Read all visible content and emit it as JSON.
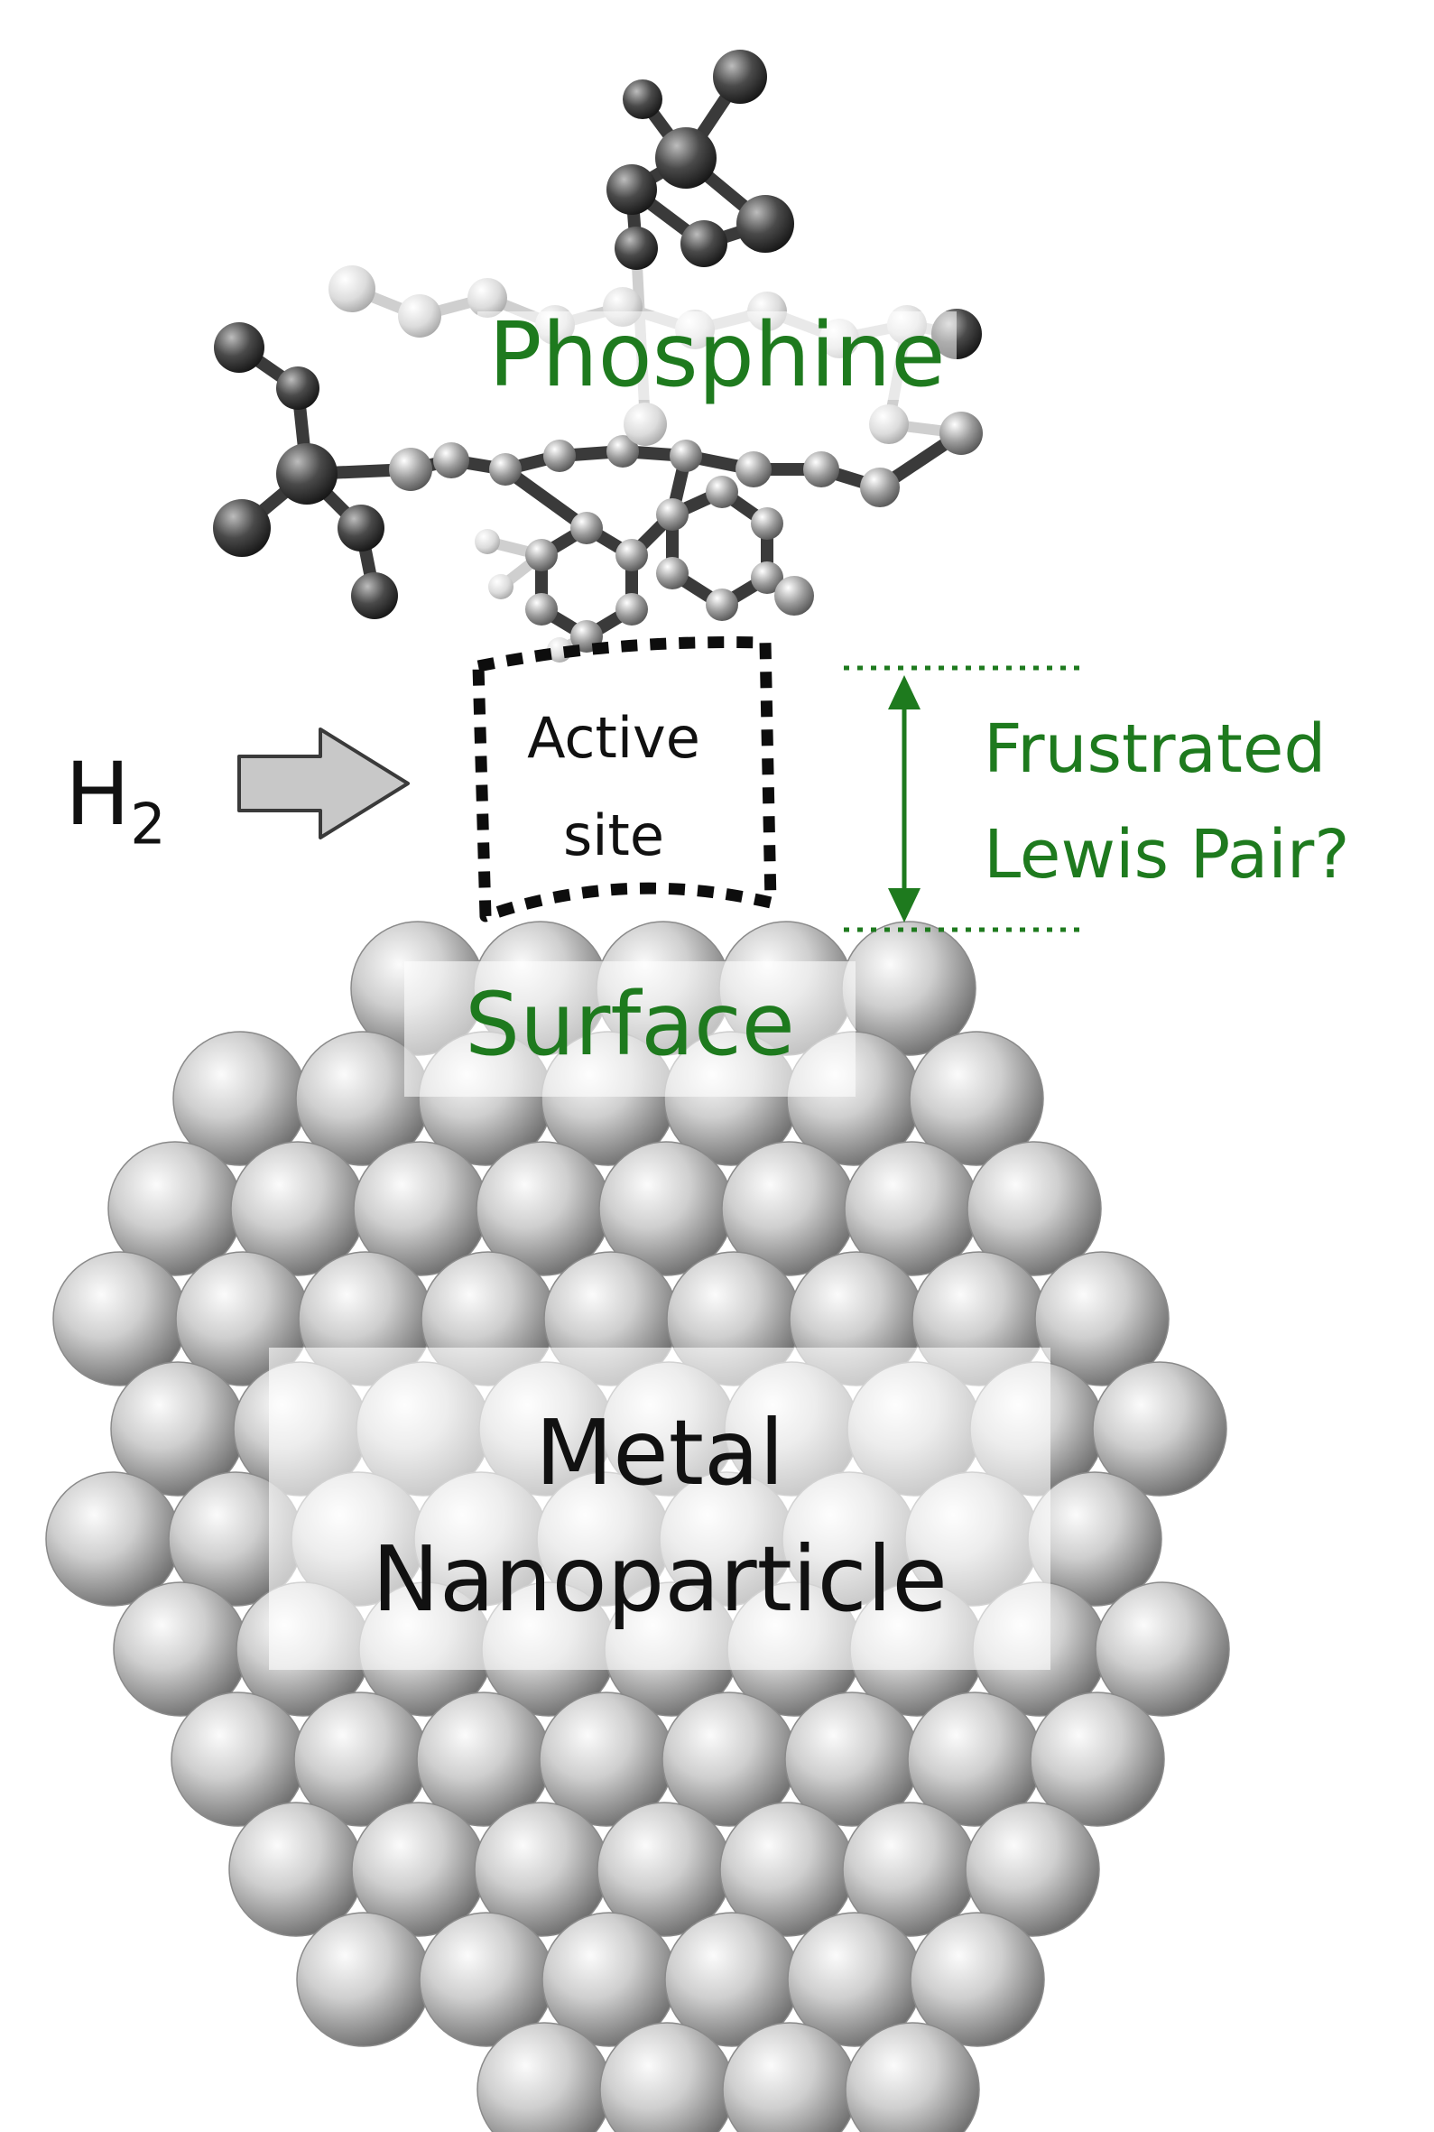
{
  "labels": {
    "phosphine": "Phosphine",
    "h2_main": "H",
    "h2_sub": "2",
    "active_line1": "Active",
    "active_line2": "site",
    "flp_line1": "Frustrated",
    "flp_line2": "Lewis Pair?",
    "surface": "Surface",
    "metal_line1": "Metal",
    "metal_line2": "Nanoparticle"
  },
  "colors": {
    "label_green": "#1e7a1e",
    "label_black": "#111111",
    "arrow_fill": "#c8c8c8",
    "sphere_light": "#f2f2f2",
    "sphere_dark": "#6e6e6e",
    "bond_dark": "#2a2a2a"
  }
}
